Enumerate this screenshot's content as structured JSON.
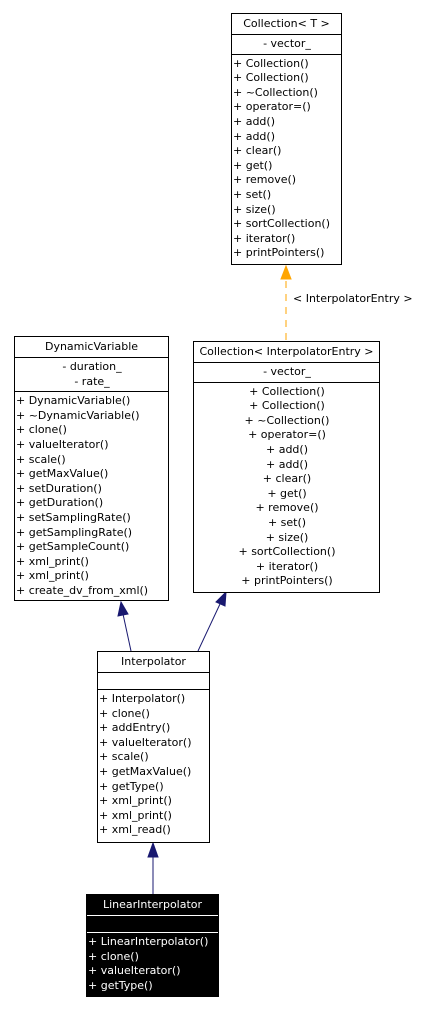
{
  "colors": {
    "inheritance_edge": "#191970",
    "template_edge": "#ffa500",
    "highlight_box": "#000000"
  },
  "classes": {
    "collection_t": {
      "name": "Collection< T >",
      "attributes": [
        "- vector_"
      ],
      "operations": [
        "+ Collection()",
        "+ Collection()",
        "+ ~Collection()",
        "+ operator=()",
        "+ add()",
        "+ add()",
        "+ clear()",
        "+ get()",
        "+ remove()",
        "+ set()",
        "+ size()",
        "+ sortCollection()",
        "+ iterator()",
        "+ printPointers()"
      ]
    },
    "dynamic_variable": {
      "name": "DynamicVariable",
      "attributes": [
        "- duration_",
        "- rate_"
      ],
      "operations": [
        "+ DynamicVariable()",
        "+ ~DynamicVariable()",
        "+ clone()",
        "+ valueIterator()",
        "+ scale()",
        "+ getMaxValue()",
        "+ setDuration()",
        "+ getDuration()",
        "+ setSamplingRate()",
        "+ getSamplingRate()",
        "+ getSampleCount()",
        "+ xml_print()",
        "+ xml_print()",
        "+ create_dv_from_xml()"
      ]
    },
    "collection_interpolator_entry": {
      "name": "Collection< InterpolatorEntry >",
      "attributes": [
        "- vector_"
      ],
      "operations": [
        "+ Collection()",
        "+ Collection()",
        "+ ~Collection()",
        "+ operator=()",
        "+ add()",
        "+ add()",
        "+ clear()",
        "+ get()",
        "+ remove()",
        "+ set()",
        "+ size()",
        "+ sortCollection()",
        "+ iterator()",
        "+ printPointers()"
      ]
    },
    "interpolator": {
      "name": "Interpolator",
      "attributes": [],
      "operations": [
        "+ Interpolator()",
        "+ clone()",
        "+ addEntry()",
        "+ valueIterator()",
        "+ scale()",
        "+ getMaxValue()",
        "+ getType()",
        "+ xml_print()",
        "+ xml_print()",
        "+ xml_read()"
      ]
    },
    "linear_interpolator": {
      "name": "LinearInterpolator",
      "attributes": [],
      "operations": [
        "+ LinearInterpolator()",
        "+ clone()",
        "+ valueIterator()",
        "+ getType()"
      ]
    }
  },
  "template_binding_label": "< InterpolatorEntry >"
}
